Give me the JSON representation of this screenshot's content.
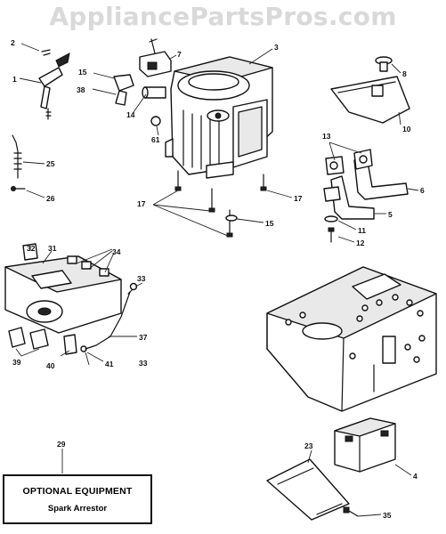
{
  "watermark": "AppliancePartsPros.com",
  "callouts": [
    {
      "id": "c1",
      "text": "1"
    },
    {
      "id": "c2",
      "text": "2"
    },
    {
      "id": "c3",
      "text": "3"
    },
    {
      "id": "c4",
      "text": "4"
    },
    {
      "id": "c5",
      "text": "5"
    },
    {
      "id": "c6",
      "text": "6"
    },
    {
      "id": "c7",
      "text": "7"
    },
    {
      "id": "c8",
      "text": "8"
    },
    {
      "id": "c10",
      "text": "10"
    },
    {
      "id": "c11",
      "text": "11"
    },
    {
      "id": "c12",
      "text": "12"
    },
    {
      "id": "c13",
      "text": "13"
    },
    {
      "id": "c14",
      "text": "14"
    },
    {
      "id": "c15a",
      "text": "15"
    },
    {
      "id": "c15b",
      "text": "15"
    },
    {
      "id": "c17a",
      "text": "17"
    },
    {
      "id": "c17b",
      "text": "17"
    },
    {
      "id": "c23",
      "text": "23"
    },
    {
      "id": "c25",
      "text": "25"
    },
    {
      "id": "c26",
      "text": "26"
    },
    {
      "id": "c29",
      "text": "29"
    },
    {
      "id": "c31",
      "text": "31"
    },
    {
      "id": "c32",
      "text": "32"
    },
    {
      "id": "c33a",
      "text": "33"
    },
    {
      "id": "c33b",
      "text": "33"
    },
    {
      "id": "c34",
      "text": "34"
    },
    {
      "id": "c35",
      "text": "35"
    },
    {
      "id": "c37",
      "text": "37"
    },
    {
      "id": "c38",
      "text": "38"
    },
    {
      "id": "c39",
      "text": "39"
    },
    {
      "id": "c40",
      "text": "40"
    },
    {
      "id": "c41",
      "text": "41"
    },
    {
      "id": "c61",
      "text": "61"
    }
  ],
  "optional_box": {
    "title": "OPTIONAL EQUIPMENT",
    "subtitle": "Spark Arrestor"
  }
}
